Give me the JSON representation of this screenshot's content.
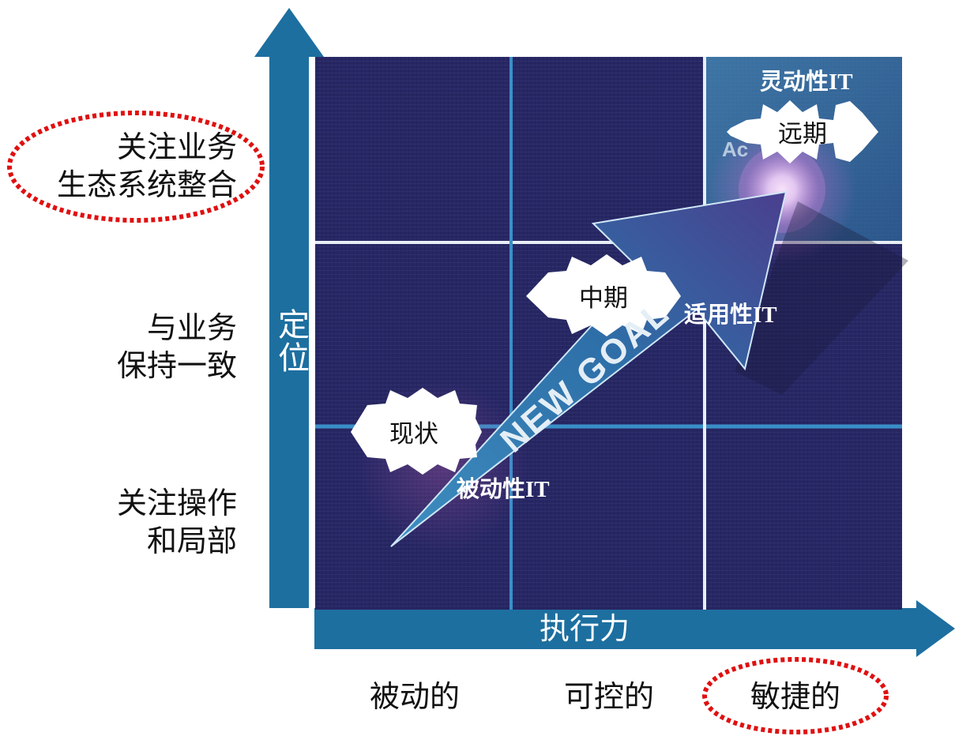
{
  "diagram": {
    "y_axis": {
      "title": "定位",
      "levels": [
        {
          "line1": "关注业务",
          "line2": "生态系统整合",
          "highlighted": true
        },
        {
          "line1": "与业务",
          "line2": "保持一致",
          "highlighted": false
        },
        {
          "line1": "关注操作",
          "line2": "和局部",
          "highlighted": false
        }
      ]
    },
    "x_axis": {
      "title": "执行力",
      "levels": [
        {
          "label": "被动的",
          "highlighted": false
        },
        {
          "label": "可控的",
          "highlighted": false
        },
        {
          "label": "敏捷的",
          "highlighted": true
        }
      ]
    },
    "arrow_text": "NEW GOAL",
    "zone_labels": {
      "passive": "被动性IT",
      "applicable": "适用性IT",
      "agile": "灵动性IT",
      "agile_faded": "Ac"
    },
    "milestones": {
      "current": "现状",
      "mid": "中期",
      "long": "远期"
    },
    "colors": {
      "axis_blue": "#1d6fa0",
      "panel_navy": "#262663",
      "highlight_red": "#e01010"
    }
  }
}
